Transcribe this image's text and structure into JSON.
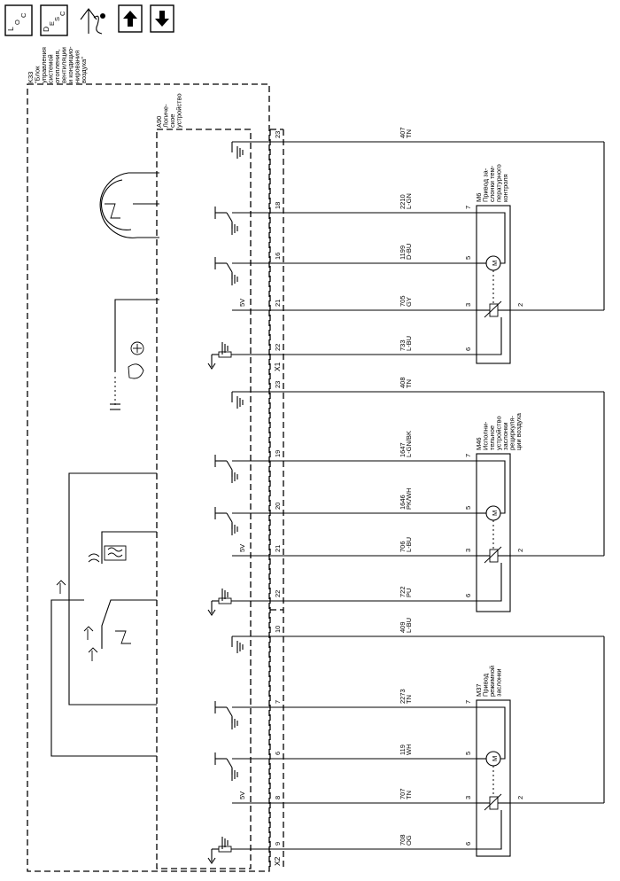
{
  "header_icons": [
    {
      "name": "loc-icon",
      "glyph": "LOC"
    },
    {
      "name": "desc-icon",
      "glyph": "DESC"
    },
    {
      "name": "hvac-icon",
      "glyph": "hvac"
    },
    {
      "name": "arrow-up-icon",
      "glyph": "up"
    },
    {
      "name": "arrow-down-icon",
      "glyph": "down"
    }
  ],
  "labels": {
    "loc": [
      "L",
      "O",
      "C"
    ],
    "desc": [
      "D",
      "E",
      "S",
      "C"
    ],
    "k33": [
      "K33",
      "\"Блок",
      "управления",
      "системой",
      "отопления,",
      "вентиляции",
      "и кондицио-",
      "нирования",
      "воздуха\""
    ],
    "a90": [
      "A90",
      "Логиче-",
      "ское",
      "устройство"
    ],
    "x1": "X1",
    "x2": "X2",
    "v5": "5V",
    "m6": [
      "M6",
      "Привод за-",
      "слонки тем-",
      "пературного",
      "контроля"
    ],
    "m46": [
      "M46",
      "Исполни-",
      "тельное",
      "устройство",
      "заслонки",
      "рециркуля-",
      "ции воздуха"
    ],
    "m37": [
      "M37",
      "Привод",
      "режимной",
      "заслонки"
    ],
    "motor": "M"
  },
  "x1_wires": [
    {
      "pin": "23",
      "circuit": "407",
      "color": "TN"
    },
    {
      "pin": "18",
      "circuit": "2210",
      "color": "L-GN",
      "mpin": "7"
    },
    {
      "pin": "16",
      "circuit": "1199",
      "color": "D-BU",
      "mpin": "5"
    },
    {
      "pin": "21",
      "circuit": "705",
      "color": "GY",
      "mpin": "3"
    },
    {
      "pin": "22",
      "circuit": "733",
      "color": "L-BU",
      "mpin": "6"
    },
    {
      "pin": "23",
      "circuit": "408",
      "color": "TN"
    },
    {
      "pin": "19",
      "circuit": "1647",
      "color": "L-GN/BK",
      "mpin": "7"
    },
    {
      "pin": "20",
      "circuit": "1646",
      "color": "PK/WH",
      "mpin": "5"
    },
    {
      "pin": "21",
      "circuit": "706",
      "color": "L-BU",
      "mpin": "3"
    },
    {
      "pin": "22",
      "circuit": "722",
      "color": "PU",
      "mpin": "6"
    }
  ],
  "x2_wires": [
    {
      "pin": "10",
      "circuit": "409",
      "color": "L-BU"
    },
    {
      "pin": "7",
      "circuit": "2273",
      "color": "TN",
      "mpin": "7"
    },
    {
      "pin": "6",
      "circuit": "119",
      "color": "WH",
      "mpin": "5"
    },
    {
      "pin": "8",
      "circuit": "707",
      "color": "TN",
      "mpin": "3"
    },
    {
      "pin": "9",
      "circuit": "708",
      "color": "OG",
      "mpin": "6"
    }
  ],
  "motor_pin2": "2",
  "colors": {
    "line": "#000000",
    "background": "#ffffff"
  }
}
